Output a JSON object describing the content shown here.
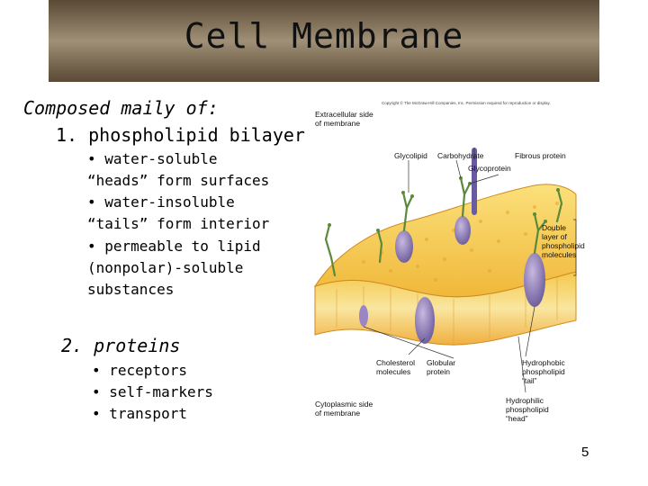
{
  "slide": {
    "title": "Cell Membrane",
    "lead": "Composed maily of:",
    "item1": "1. phospholipid bilayer",
    "item1_bullets": [
      "• water-soluble",
      "“heads” form surfaces",
      "• water-insoluble",
      "“tails” form interior",
      "• permeable to lipid",
      "(nonpolar)-soluble",
      "substances"
    ],
    "item2": "2. proteins",
    "item2_bullets": [
      "• receptors",
      "• self-markers",
      "• transport"
    ],
    "page_number": "5"
  },
  "figure": {
    "copyright": "Copyright © The McGraw-Hill Companies, Inc. Permission required for reproduction or display.",
    "labels": {
      "extracellular": [
        "Extracellular side",
        "of membrane"
      ],
      "glycolipid": "Glycolipid",
      "carbohydrate": "Carbohydrate",
      "fibrous": "Fibrous protein",
      "glycoprotein": "Glycoprotein",
      "bilayer": [
        "Double",
        "layer of",
        "phospholipid",
        "molecules"
      ],
      "cholesterol": [
        "Cholesterol",
        "molecules"
      ],
      "globular": [
        "Globular",
        "protein"
      ],
      "hydrophobic": [
        "Hydrophobic",
        "phospholipid",
        "“tail”"
      ],
      "hydrophilic": [
        "Hydrophilic",
        "phospholipid",
        "“head”"
      ],
      "cytoplasmic": [
        "Cytoplasmic side",
        "of membrane"
      ]
    },
    "colors": {
      "membrane_yellow": "#f5c84a",
      "membrane_orange": "#e89a2a",
      "protein_purple": "#8a74b4",
      "carbohydrate_green": "#5a8a3a"
    }
  }
}
